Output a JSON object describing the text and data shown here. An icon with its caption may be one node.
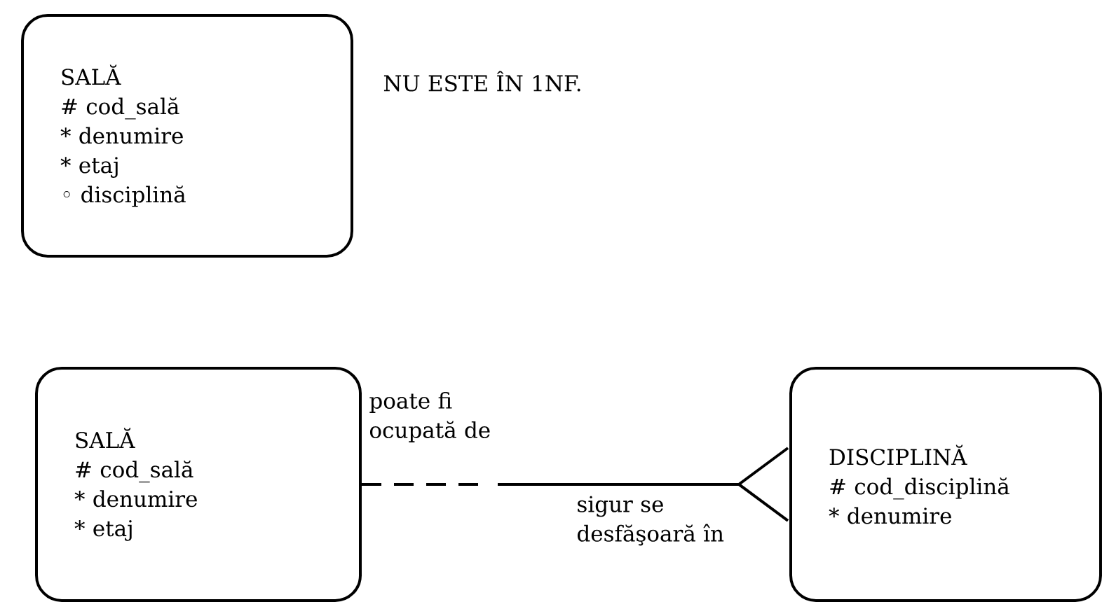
{
  "diagram": {
    "nodes": [
      {
        "text": [
          "SALĂ",
          "# cod_sală",
          "* denumire",
          "* etaj",
          "◦ disciplină"
        ]
      },
      {
        "text": [
          "SALĂ",
          "# cod_sală",
          "* denumire",
          "* etaj"
        ]
      },
      {
        "text": [
          "DISCIPLINĂ",
          "# cod_disciplină",
          "* denumire"
        ]
      }
    ],
    "edges": [
      {
        "from": 1,
        "to": 2,
        "arrow": "other",
        "label": "poate fi ocupată de",
        "style": "dashed"
      }
    ],
    "labels": [
      "NU ESTE ÎN 1NF.",
      "sigur se desfăşoară în"
    ]
  }
}
